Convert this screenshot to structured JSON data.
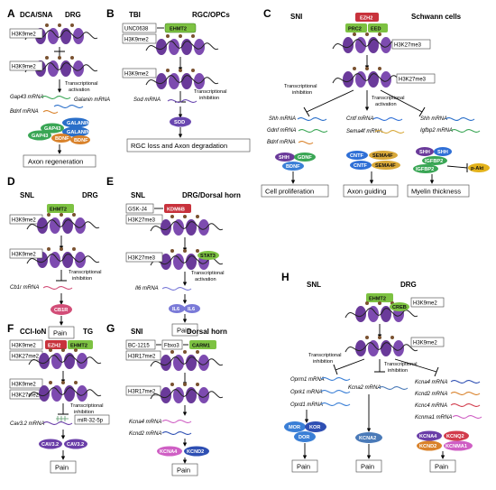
{
  "panels": {
    "A": {
      "letter": "A",
      "left": "DCA/SNA",
      "right": "DRG",
      "marks": [
        "H3K9me2",
        "H3K9me2"
      ],
      "annotation": [
        "Transcriptional",
        "activation"
      ],
      "mrnas": [
        "Gap43 mRNA",
        "Galanin mRNA",
        "Bdnf mRNA"
      ],
      "proteins": [
        "GAP43",
        "GAP43",
        "GALANIN",
        "GALANIN",
        "BDNF",
        "BDNF"
      ],
      "outcome": "Axon regeneration"
    },
    "B": {
      "letter": "B",
      "left": "TBI",
      "right": "RGC/OPCs",
      "inhibitor": "UNC0638",
      "enzyme": "EHMT2",
      "marks": [
        "H3K9me2",
        "H3K9me2"
      ],
      "annotation": [
        "Transcriptional",
        "inhibition"
      ],
      "mrnas": [
        "Sod mRNA"
      ],
      "proteins": [
        "SOD"
      ],
      "outcome": "RGC loss and Axon degradation"
    },
    "C": {
      "letter": "C",
      "left": "SNI",
      "right": "Schwann cells",
      "enzymes": [
        "EZH2",
        "PRC2",
        "EED"
      ],
      "marks": [
        "H3K27me3",
        "H3K27me3"
      ],
      "annotation_inh": [
        "Transcriptional",
        "inhibition"
      ],
      "annotation_act": [
        "Transcriptional",
        "activation"
      ],
      "mrnas_left": [
        "Shh mRNA",
        "Gdnf mRNA",
        "Bdnf mRNA"
      ],
      "mrnas_mid": [
        "Cntf mRNA",
        "Sema4f mRNA"
      ],
      "mrnas_right": [
        "Shh mRNA",
        "Igfbp2 mRNA"
      ],
      "proteins": [
        "SHH",
        "GDNF",
        "BDNF",
        "CNTF",
        "SEMA4F",
        "CNTF",
        "SEMA4F",
        "SHH",
        "SHH",
        "IGFBP2",
        "IGFBP2",
        "p-Akt"
      ],
      "outcomes": [
        "Cell proliferation",
        "Axon guiding",
        "Myelin thickness"
      ]
    },
    "D": {
      "letter": "D",
      "left": "SNL",
      "right": "DRG",
      "enzyme": "EHMT2",
      "marks": [
        "H3K9me2",
        "H3K9me2"
      ],
      "annotation": [
        "Transcriptional",
        "inhibition"
      ],
      "mrnas": [
        "Cb1r mRNA"
      ],
      "proteins": [
        "CB1R"
      ],
      "outcome": "Pain"
    },
    "E": {
      "letter": "E",
      "left": "SNL",
      "right": "DRG/Dorsal horn",
      "inhibitor": "GSK-J4",
      "enzyme": "KDM6B",
      "tf": "STAT3",
      "marks": [
        "H3K27me3",
        "H3K27me3"
      ],
      "annotation": [
        "Transcriptional",
        "activation"
      ],
      "mrnas": [
        "Il6 mRNA"
      ],
      "proteins": [
        "IL6",
        "IL6"
      ],
      "outcome": "Pain"
    },
    "F": {
      "letter": "F",
      "left": "CCI-IoN",
      "right": "TG",
      "enzymes": [
        "EZH2",
        "EHMT2"
      ],
      "marks": [
        "H3K9me2",
        "H3K27me2",
        "H3K9me2",
        "H3K27me2"
      ],
      "annotation": [
        "Transcriptional",
        "inhibition"
      ],
      "mirna": "miR-32-5p",
      "mrnas": [
        "Cav3.2 mRNA"
      ],
      "proteins": [
        "CAV3.2",
        "CAV3.2"
      ],
      "outcome": "Pain"
    },
    "G": {
      "letter": "G",
      "left": "SNI",
      "right": "Dorsal horn",
      "inhibitor": "BC-1215",
      "mediator": "Fbxo3",
      "enzyme": "CARM1",
      "marks": [
        "H3R17me2",
        "H3R17me2"
      ],
      "mrnas": [
        "Kcna4 mRNA",
        "Kcnd2 mRNA"
      ],
      "proteins": [
        "KCNA4",
        "KCND2"
      ],
      "outcome": "Pain"
    },
    "H": {
      "letter": "H",
      "left": "SNL",
      "right": "DRG",
      "enzyme": "EHMT2",
      "tf": "CREB",
      "marks": [
        "H3K9me2",
        "H3K9me2"
      ],
      "annotation": [
        "Transcriptional",
        "inhibition"
      ],
      "mrnas_left": [
        "Oprm1 mRNA",
        "Oprk1 mRNA",
        "Oprd1 mRNA"
      ],
      "mrnas_mid": [
        "Kcna2 mRNA"
      ],
      "mrnas_right": [
        "Kcna4 mRNA",
        "Kcnd2 mRNA",
        "Kcnc4 mRNA",
        "Kcnma1 mRNA"
      ],
      "proteins": [
        "MOR",
        "KOR",
        "DOR",
        "KCNA2",
        "KCNA4",
        "KCNQ2",
        "KCND2",
        "KCNMA1"
      ],
      "outcomes": [
        "Pain",
        "Pain",
        "Pain"
      ]
    }
  },
  "colors": {
    "nucleosome": "#6a3a9a",
    "enzyme_green": "#7dc242",
    "enzyme_red": "#c8323c",
    "galanin": "#2a6fc9",
    "gap43": "#3aa655",
    "bdnf_orange": "#d9822b",
    "sod": "#6a48b0",
    "cntf": "#2f6fd6",
    "sema": "#d8a83a",
    "cb1r": "#d24d77",
    "il6": "#7a7ad8",
    "cav": "#6a3ea8",
    "kcn": "#cf5fc4",
    "kcnd2": "#2e4fb3",
    "mor": "#3a7fd6",
    "kcna2": "#4a7ab8",
    "kcnq2": "#d23c4c"
  }
}
